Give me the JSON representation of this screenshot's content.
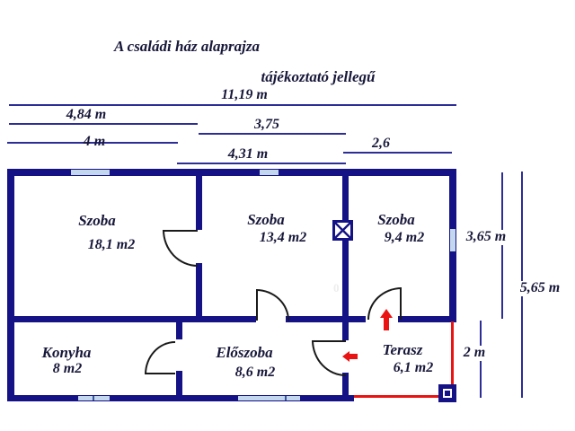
{
  "header": {
    "title": "A családi ház alaprajza",
    "subtitle": "tájékoztató jellegű"
  },
  "dims": {
    "total_width": "11,19 m",
    "left_section_width": "4,84 m",
    "mid_section_width": "3,75",
    "kitchen_width": "4 m",
    "right_section_width": "2,6",
    "hall_width": "4,31 m",
    "room_depth": "3,65 m",
    "total_depth": "5,65 m",
    "terrace_depth": "2 m"
  },
  "rooms": [
    {
      "name": "Szoba",
      "area": "18,1 m2"
    },
    {
      "name": "Szoba",
      "area": "13,4 m2"
    },
    {
      "name": "Szoba",
      "area": "9,4 m2"
    },
    {
      "name": "Konyha",
      "area": "8 m2"
    },
    {
      "name": "Előszoba",
      "area": "8,6 m2"
    },
    {
      "name": "Terasz",
      "area": "6,1 m2"
    }
  ],
  "watermark": {
    "text": "0"
  },
  "colors": {
    "wall": "#141285",
    "window": "#c3d7ee",
    "dimension_line": "#2d2d96",
    "accent_red": "#e81312",
    "door_stroke": "#1a1a1a",
    "text": "#17173a"
  }
}
